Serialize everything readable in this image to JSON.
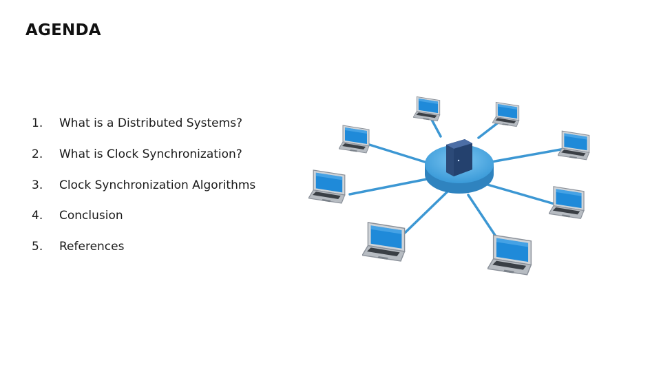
{
  "slide": {
    "title": "AGENDA",
    "items": [
      {
        "number": "1.",
        "text": "What is a Distributed Systems?"
      },
      {
        "number": "2.",
        "text": "What is Clock Synchronization?"
      },
      {
        "number": "3.",
        "text": "Clock Synchronization Algorithms"
      },
      {
        "number": "4.",
        "text": "Conclusion"
      },
      {
        "number": "5.",
        "text": "References"
      }
    ]
  },
  "illustration": {
    "icon": "network-topology-icon",
    "hub": "server-icon",
    "nodes": "laptop-icon",
    "colors": {
      "hub": "#4aa8e4",
      "link": "#3c97d3",
      "server": "#2c4a78",
      "screen": "#1f8ad9"
    }
  }
}
